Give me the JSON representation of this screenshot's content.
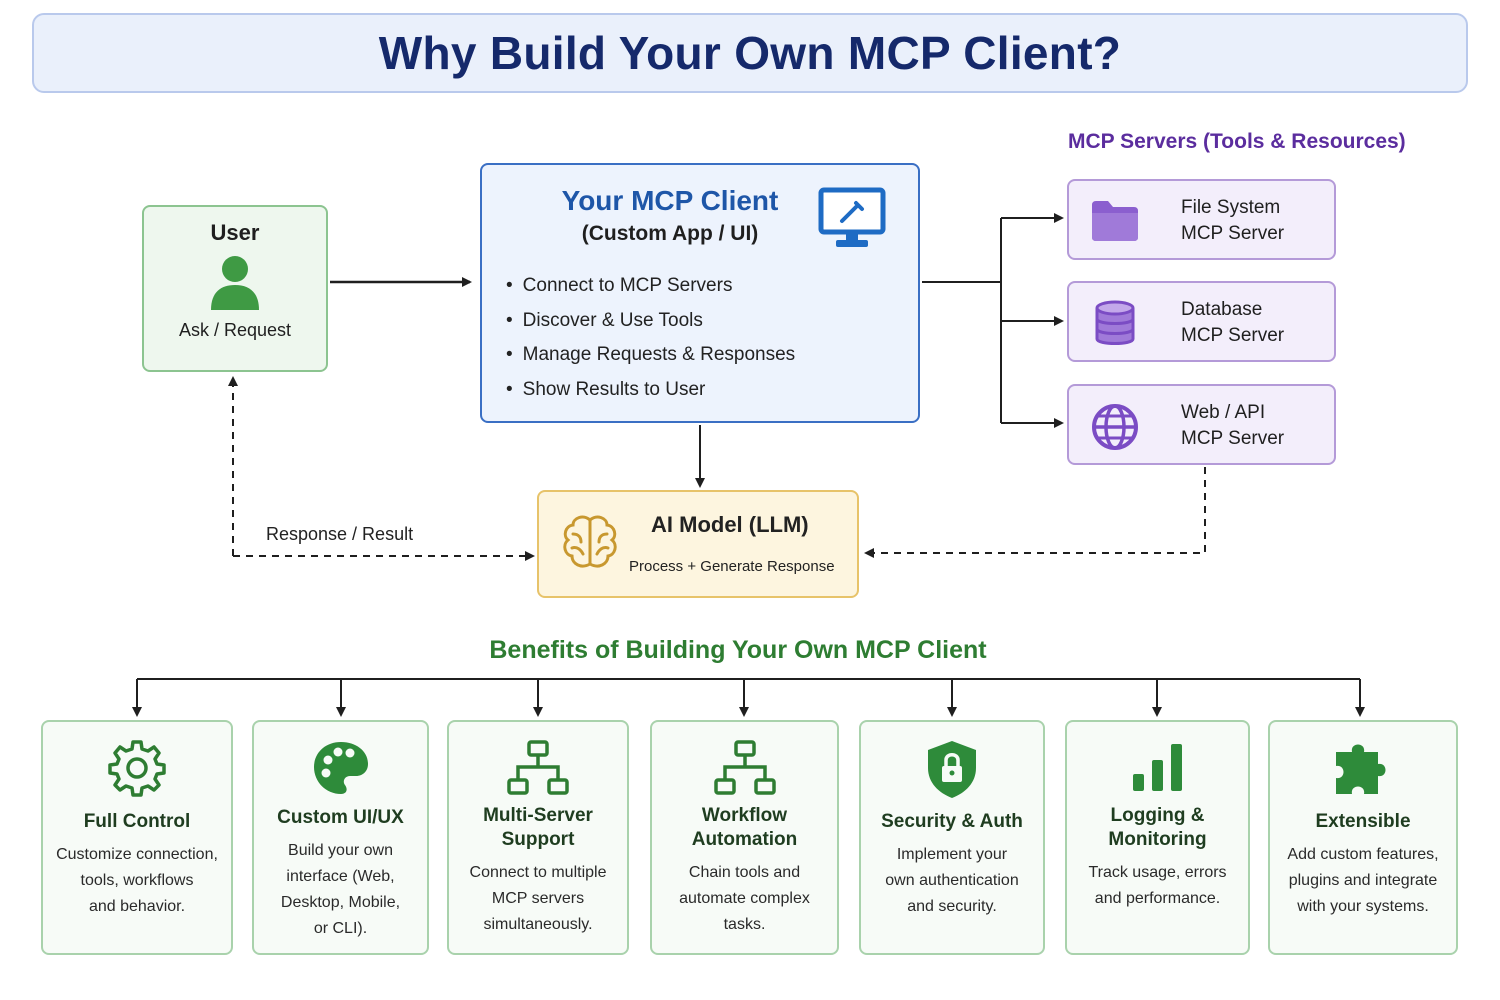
{
  "title": "Why Build Your Own MCP Client?",
  "user": {
    "label": "User",
    "sublabel": "Ask / Request",
    "icon": "person-icon"
  },
  "client": {
    "title": "Your MCP Client",
    "subtitle": "(Custom App / UI)",
    "icon": "monitor-icon",
    "bullets": [
      "Connect to MCP Servers",
      "Discover & Use Tools",
      "Manage Requests & Responses",
      "Show Results to User"
    ]
  },
  "servers": {
    "heading": "MCP Servers (Tools & Resources)",
    "items": [
      {
        "line1": "File System",
        "line2": "MCP Server",
        "icon": "folder-icon"
      },
      {
        "line1": "Database",
        "line2": "MCP Server",
        "icon": "database-icon"
      },
      {
        "line1": "Web / API",
        "line2": "MCP Server",
        "icon": "globe-icon"
      }
    ]
  },
  "ai_model": {
    "title": "AI Model (LLM)",
    "subtitle": "Process + Generate Response",
    "icon": "brain-icon"
  },
  "response_label": "Response / Result",
  "benefits": {
    "heading": "Benefits of Building Your Own MCP Client",
    "cards": [
      {
        "title": "Full Control",
        "desc": [
          "Customize connection,",
          "tools, workflows",
          "and behavior."
        ],
        "icon": "gear-icon"
      },
      {
        "title": "Custom UI/UX",
        "desc": [
          "Build your own",
          "interface (Web,",
          "Desktop, Mobile,",
          "or CLI)."
        ],
        "icon": "palette-icon"
      },
      {
        "title": "Multi-Server Support",
        "title_lines": [
          "Multi-Server",
          "Support"
        ],
        "desc": [
          "Connect to multiple",
          "MCP servers",
          "simultaneously."
        ],
        "icon": "network-icon"
      },
      {
        "title": "Workflow Automation",
        "title_lines": [
          "Workflow",
          "Automation"
        ],
        "desc": [
          "Chain tools and",
          "automate complex",
          "tasks."
        ],
        "icon": "workflow-icon"
      },
      {
        "title": "Security & Auth",
        "desc": [
          "Implement your",
          "own authentication",
          "and security."
        ],
        "icon": "shield-lock-icon"
      },
      {
        "title": "Logging & Monitoring",
        "title_lines": [
          "Logging &",
          "Monitoring"
        ],
        "desc": [
          "Track usage, errors",
          "and performance."
        ],
        "icon": "bar-chart-icon"
      },
      {
        "title": "Extensible",
        "desc": [
          "Add custom features,",
          "plugins and integrate",
          "with your systems."
        ],
        "icon": "puzzle-icon"
      }
    ]
  },
  "colors": {
    "title": "#15296b",
    "client_accent": "#1e56a8",
    "server_accent": "#7b4cc4",
    "benefit_green": "#2e7d32",
    "ai_accent": "#c8982f"
  }
}
